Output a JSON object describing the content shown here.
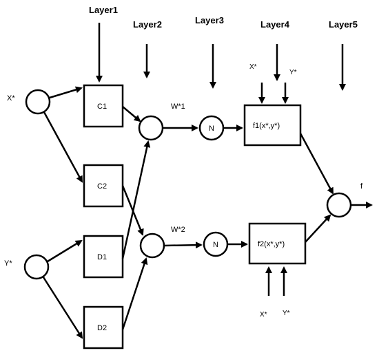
{
  "layers": {
    "layer1": "Layer1",
    "layer2": "Layer2",
    "layer3": "Layer3",
    "layer4": "Layer4",
    "layer5": "Layer5"
  },
  "inputs": {
    "x": "X*",
    "y": "Y*"
  },
  "nodes": {
    "c1": "C1",
    "c2": "C2",
    "d1": "D1",
    "d2": "D2",
    "n_top": "N",
    "n_bottom": "N",
    "f1": "f1(x*,y*)",
    "f2": "f2(x*,y*)"
  },
  "edge_labels": {
    "w1": "W*1",
    "w2": "W*2",
    "f1_x": "X*",
    "f1_y": "Y*",
    "f2_x": "X*",
    "f2_y": "Y*",
    "output": "f"
  },
  "colors": {
    "stroke": "#000000",
    "background": "#ffffff"
  }
}
